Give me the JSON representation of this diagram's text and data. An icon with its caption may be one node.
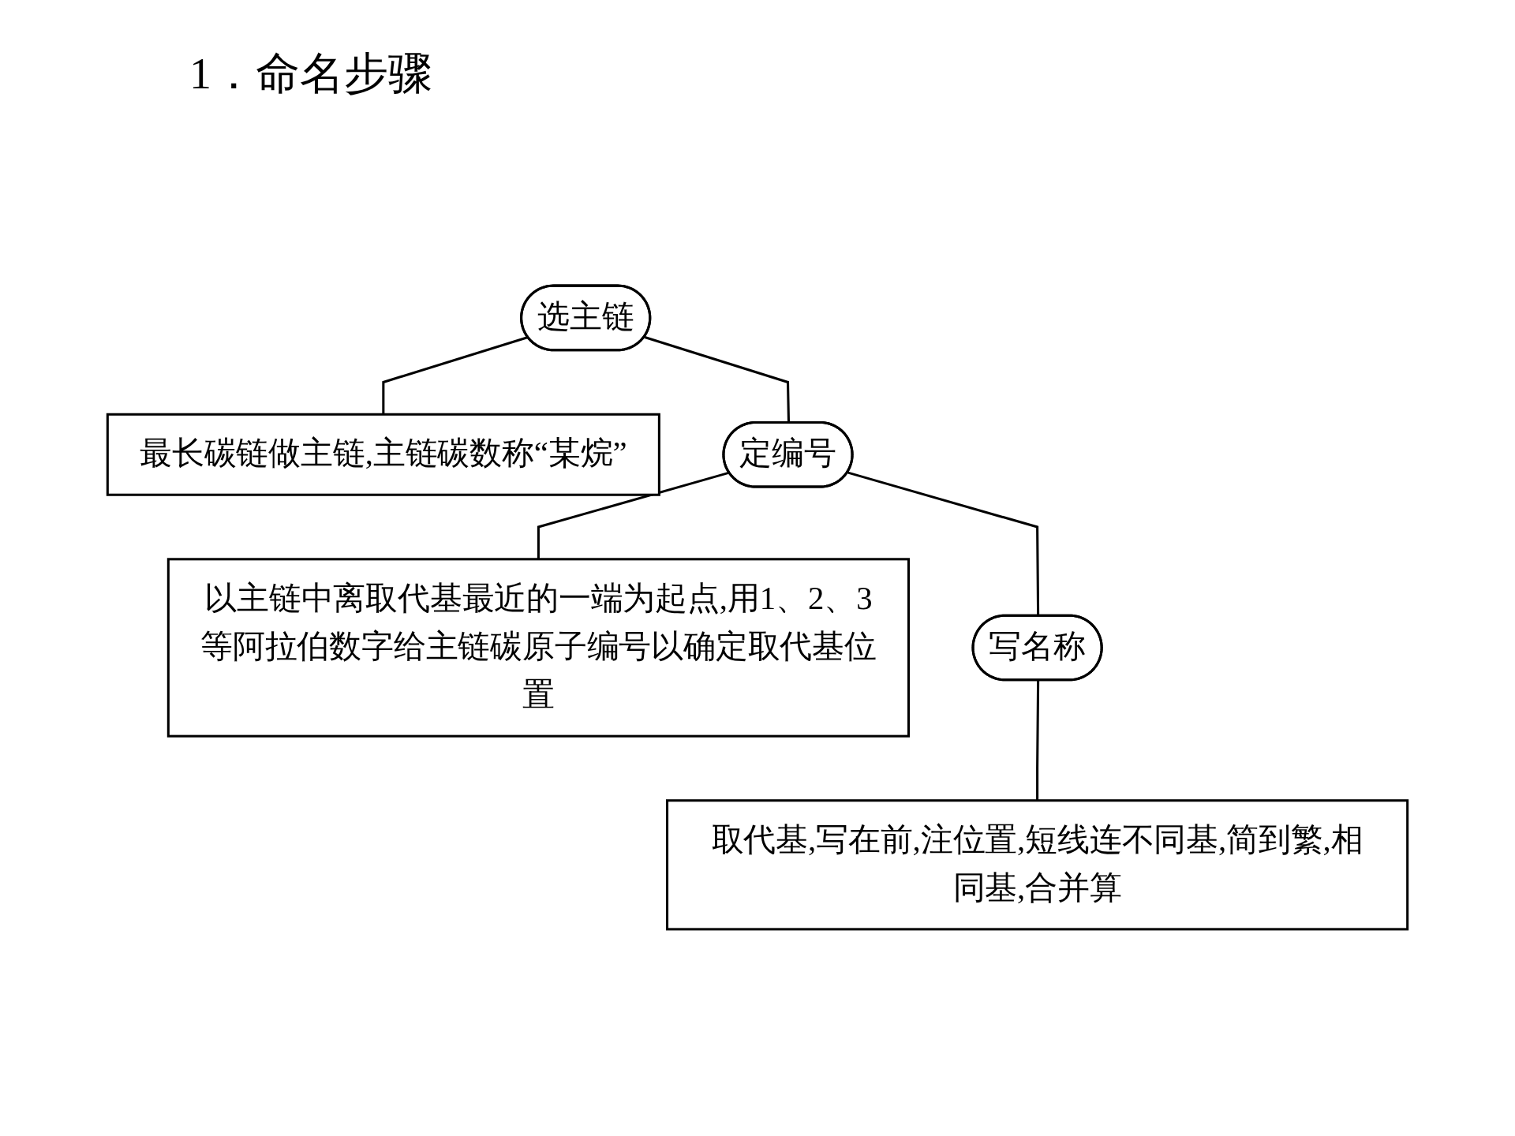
{
  "diagram": {
    "title": "1．命名步骤",
    "nodes": [
      {
        "text": [
          "选主链"
        ]
      },
      {
        "text": [
          "最长碳链做主链,主链碳数称“某烷”"
        ]
      },
      {
        "text": [
          "定编号"
        ]
      },
      {
        "text": [
          "以主链中离取代基最近的一端为起点,用1、2、3等阿拉伯数字给主链碳原子编号以确定取代基位置"
        ]
      },
      {
        "text": [
          "写名称"
        ]
      },
      {
        "text": [
          "取代基,写在前,注位置,短线连不同基,简到繁,相同基,合并算"
        ]
      }
    ],
    "edges": [
      {
        "from": 0,
        "to": 1,
        "arrow": "none"
      },
      {
        "from": 0,
        "to": 2,
        "arrow": "none"
      },
      {
        "from": 2,
        "to": 3,
        "arrow": "none"
      },
      {
        "from": 2,
        "to": 4,
        "arrow": "none"
      },
      {
        "from": 4,
        "to": 5,
        "arrow": "none"
      }
    ]
  }
}
